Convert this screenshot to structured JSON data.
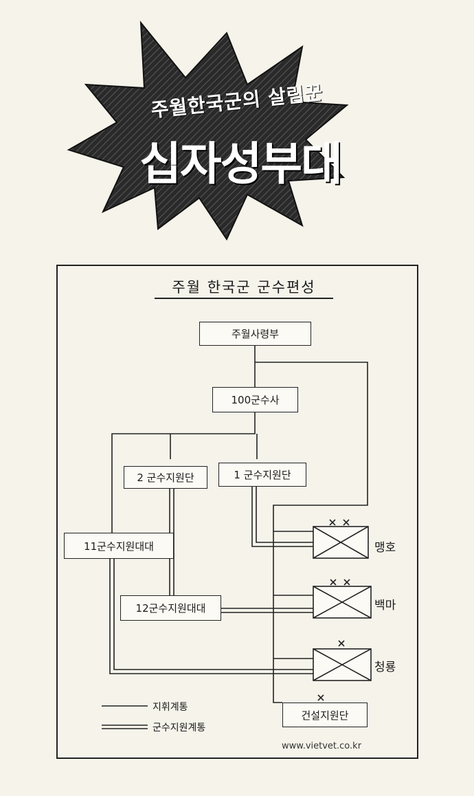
{
  "header": {
    "subtitle": "주월한국군의 살림꾼",
    "title": "십자성부대"
  },
  "diagram": {
    "title": "주월 한국군 군수편성",
    "nodes": {
      "command": "주월사령부",
      "support_command": "100군수사",
      "group_2": "2 군수지원단",
      "group_1": "1 군수지원단",
      "battalion_11": "11군수지원대대",
      "battalion_12": "12군수지원대대",
      "construction": "건설지원단"
    },
    "units": [
      "맹호",
      "백마",
      "청룡"
    ],
    "legend": {
      "command_line": "지휘계통",
      "logistics_line": "군수지원계통"
    }
  },
  "watermark": "www.vietvet.co.kr"
}
